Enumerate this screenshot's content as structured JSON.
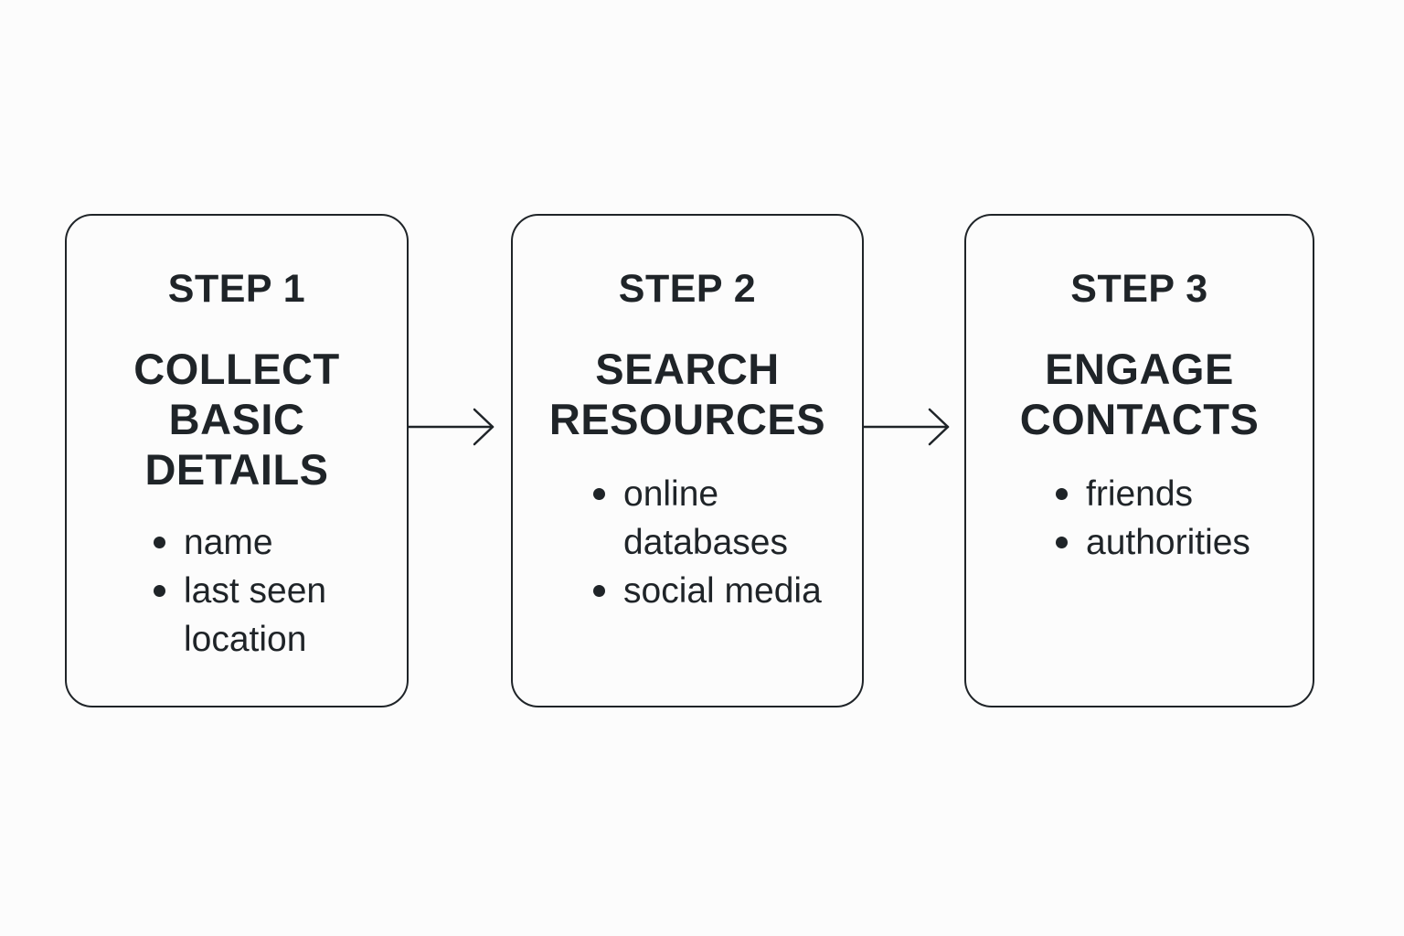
{
  "steps": [
    {
      "label": "STEP 1",
      "title_lines": [
        "COLLECT",
        "BASIC",
        "DETAILS"
      ],
      "bullets": [
        {
          "lines": [
            "name"
          ]
        },
        {
          "lines": [
            "last seen",
            "location"
          ]
        }
      ]
    },
    {
      "label": "STEP 2",
      "title_lines": [
        "SEARCH",
        "RESOURCES"
      ],
      "bullets": [
        {
          "lines": [
            "online",
            "databases"
          ]
        },
        {
          "lines": [
            "social media"
          ]
        }
      ]
    },
    {
      "label": "STEP 3",
      "title_lines": [
        "ENGAGE",
        "CONTACTS"
      ],
      "bullets": [
        {
          "lines": [
            "friends"
          ]
        },
        {
          "lines": [
            "authorities"
          ]
        }
      ]
    }
  ],
  "colors": {
    "ink": "#1f2428",
    "background": "#fcfcfc"
  }
}
